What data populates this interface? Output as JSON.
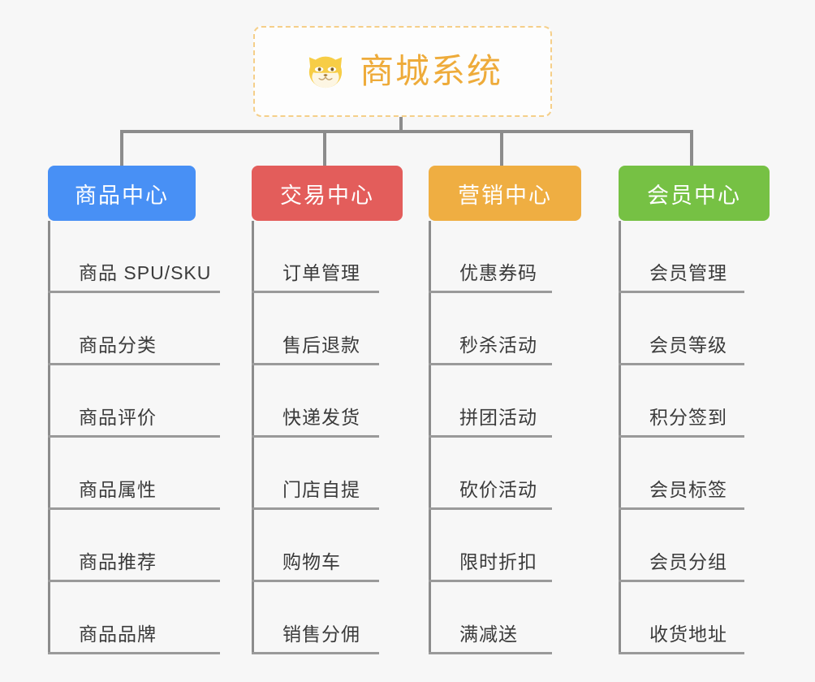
{
  "diagram": {
    "type": "mindmap-org-chart",
    "background_color": "#f7f7f7",
    "connector_color": "#8c8c8c",
    "root": {
      "title": "商城系统",
      "icon": "shiba-dog-face-icon",
      "text_color": "#eeab3a",
      "border_color": "#f5cf89",
      "border_style": "dashed",
      "background_color": "#fdfdfd"
    },
    "branches": [
      {
        "label": "商品中心",
        "color": "#4890f5",
        "items": [
          {
            "label": "商品 SPU/SKU"
          },
          {
            "label": "商品分类"
          },
          {
            "label": "商品评价"
          },
          {
            "label": "商品属性"
          },
          {
            "label": "商品推荐"
          },
          {
            "label": "商品品牌"
          }
        ]
      },
      {
        "label": "交易中心",
        "color": "#e35d5b",
        "items": [
          {
            "label": "订单管理"
          },
          {
            "label": "售后退款"
          },
          {
            "label": "快递发货"
          },
          {
            "label": "门店自提"
          },
          {
            "label": "购物车"
          },
          {
            "label": "销售分佣"
          }
        ]
      },
      {
        "label": "营销中心",
        "color": "#efae42",
        "items": [
          {
            "label": "优惠券码"
          },
          {
            "label": "秒杀活动"
          },
          {
            "label": "拼团活动"
          },
          {
            "label": "砍价活动"
          },
          {
            "label": "限时折扣"
          },
          {
            "label": "满减送"
          }
        ]
      },
      {
        "label": "会员中心",
        "color": "#76c144",
        "items": [
          {
            "label": "会员管理"
          },
          {
            "label": "会员等级"
          },
          {
            "label": "积分签到"
          },
          {
            "label": "会员标签"
          },
          {
            "label": "会员分组"
          },
          {
            "label": "收货地址"
          }
        ]
      }
    ]
  }
}
